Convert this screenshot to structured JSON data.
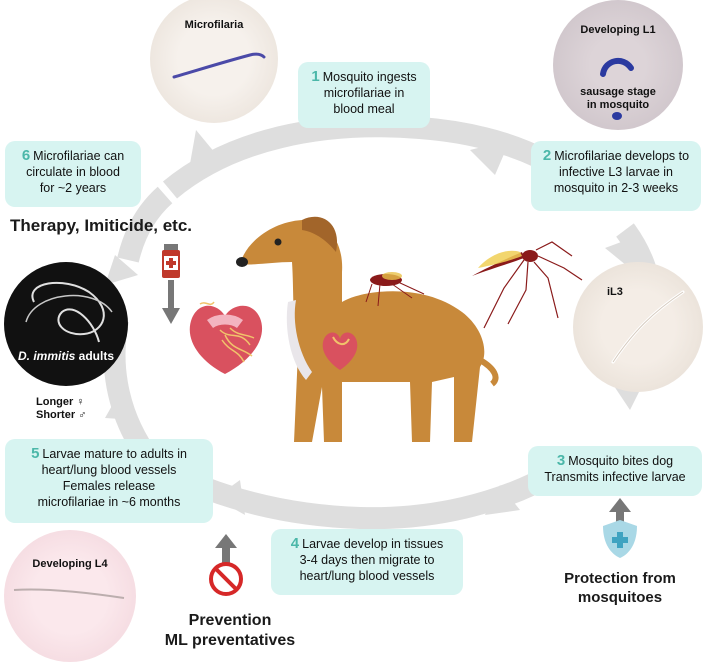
{
  "photos": {
    "microfilaria": {
      "label": "Microfilaria"
    },
    "developing_l1": {
      "label": "Developing L1",
      "caption_line1": "sausage stage",
      "caption_line2": "in mosquito"
    },
    "il3": {
      "label": "iL3"
    },
    "adults": {
      "label_italic": "D. immitis",
      "label_rest": " adults",
      "longer": "Longer ♀",
      "shorter": "Shorter ♂"
    },
    "developing_l4": {
      "label": "Developing L4"
    }
  },
  "steps": [
    {
      "num": "1",
      "line1": "Mosquito ingests",
      "line2": "microfilariae in",
      "line3": "blood meal"
    },
    {
      "num": "2",
      "line1": "Microfilariae develops to",
      "line2": "infective L3 larvae in",
      "line3": "mosquito in 2-3 weeks"
    },
    {
      "num": "3",
      "line1": "Mosquito bites dog",
      "line2": "Transmits infective larvae"
    },
    {
      "num": "4",
      "line1": "Larvae develop in tissues",
      "line2": "3-4 days then migrate to",
      "line3": "heart/lung blood vessels"
    },
    {
      "num": "5",
      "line1": "Larvae mature to adults in",
      "line2": "heart/lung blood vessels",
      "line3": "Females release",
      "line4": "microfilariae in ~6 months"
    },
    {
      "num": "6",
      "line1": "Microfilariae can",
      "line2": "circulate in blood",
      "line3": "for ~2 years"
    }
  ],
  "interventions": {
    "therapy": "Therapy, Imiticide, etc.",
    "protection_line1": "Protection from",
    "protection_line2": "mosquitoes",
    "prevention_line1": "Prevention",
    "prevention_line2": "ML preventatives"
  },
  "colors": {
    "step_bg": "#d7f4f1",
    "step_num": "#4bb7a9",
    "cycle_arrow": "#dcdcdc",
    "dog": "#c8893a",
    "heart": "#d9515f"
  }
}
